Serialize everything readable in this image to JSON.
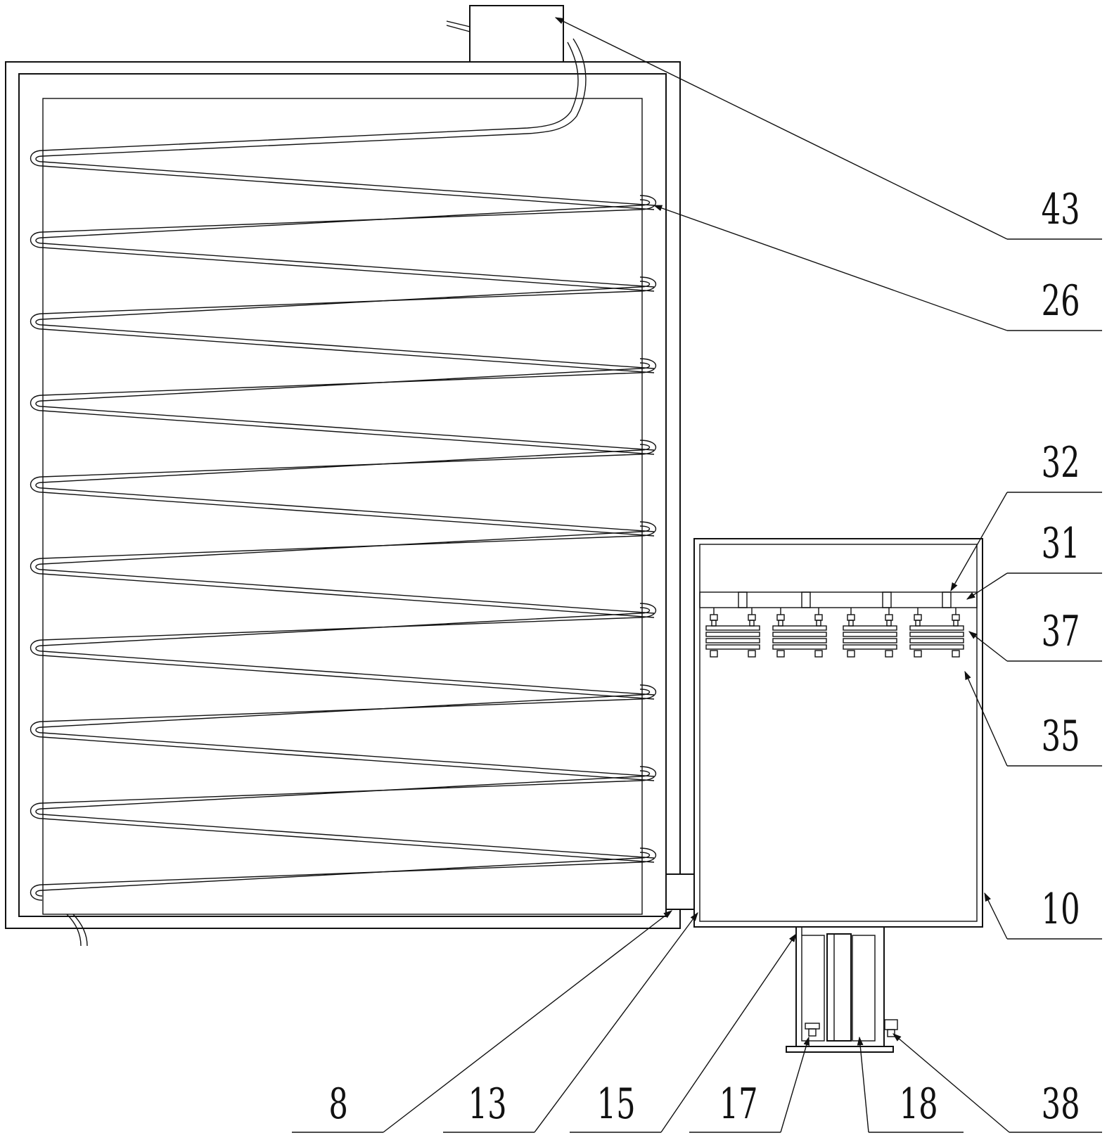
{
  "labels": {
    "l43": "43",
    "l26": "26",
    "l32": "32",
    "l31": "31",
    "l37": "37",
    "l35": "35",
    "l10": "10",
    "l8": "8",
    "l13": "13",
    "l15": "15",
    "l17": "17",
    "l18": "18",
    "l38": "38"
  }
}
